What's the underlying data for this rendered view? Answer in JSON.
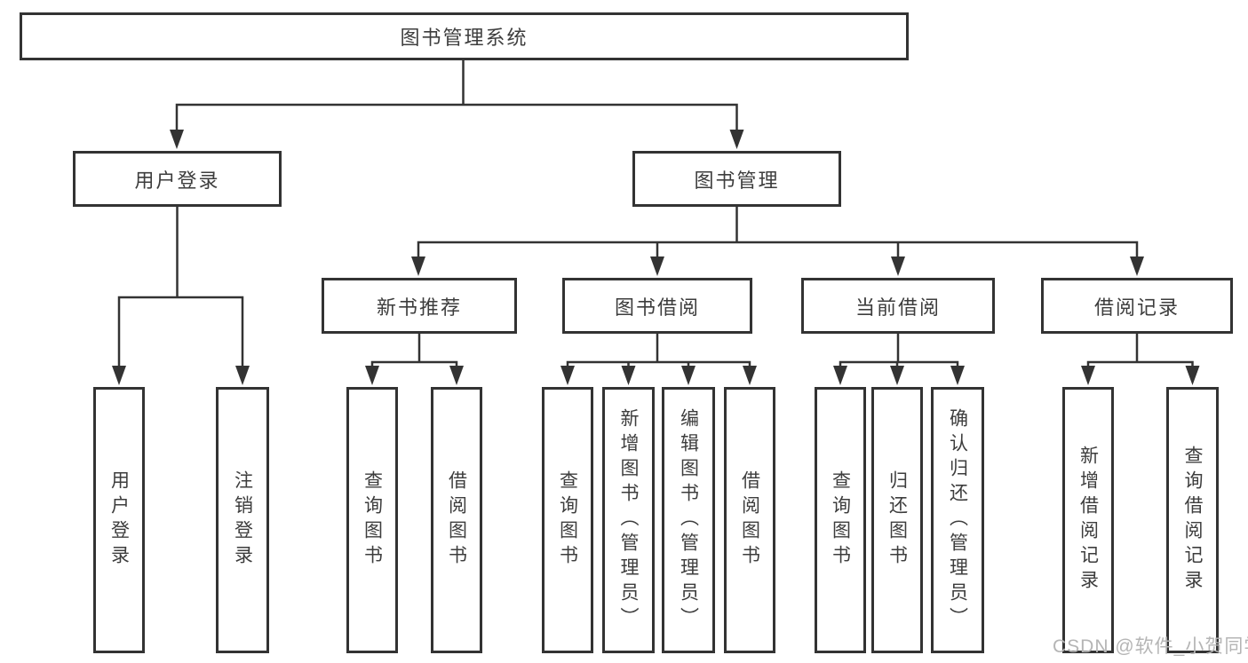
{
  "diagram": {
    "root": {
      "label": "图书管理系统"
    },
    "branches": {
      "user_login": {
        "label": "用户登录",
        "children": [
          {
            "label": "用户登录"
          },
          {
            "label": "注销登录"
          }
        ]
      },
      "book_management": {
        "label": "图书管理",
        "sections": [
          {
            "label": "新书推荐",
            "children": [
              {
                "label": "查询图书"
              },
              {
                "label": "借阅图书"
              }
            ]
          },
          {
            "label": "图书借阅",
            "children": [
              {
                "label": "查询图书"
              },
              {
                "label": "新增图书（管理员）"
              },
              {
                "label": "编辑图书（管理员）"
              },
              {
                "label": "借阅图书"
              }
            ]
          },
          {
            "label": "当前借阅",
            "children": [
              {
                "label": "查询图书"
              },
              {
                "label": "归还图书"
              },
              {
                "label": "确认归还（管理员）"
              }
            ]
          },
          {
            "label": "借阅记录",
            "children": [
              {
                "label": "新增借阅记录"
              },
              {
                "label": "查询借阅记录"
              }
            ]
          }
        ]
      }
    },
    "watermark": "CSDN @软件_小贺同学",
    "colors": {
      "line": "#333333",
      "text": "#3d3d3d",
      "watermark": "#b5b5b5",
      "background": "#ffffff"
    }
  }
}
